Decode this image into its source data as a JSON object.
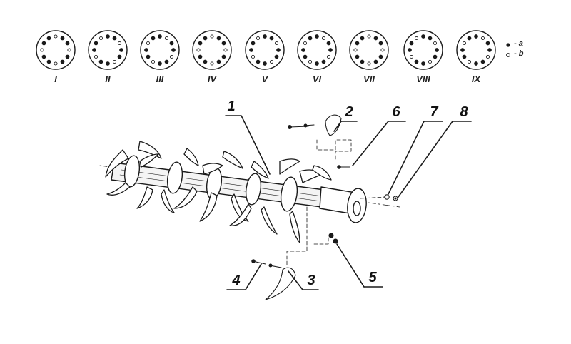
{
  "patterns": [
    {
      "label": "I"
    },
    {
      "label": "II"
    },
    {
      "label": "III"
    },
    {
      "label": "IV"
    },
    {
      "label": "V"
    },
    {
      "label": "VI"
    },
    {
      "label": "VII"
    },
    {
      "label": "VIII"
    },
    {
      "label": "IX"
    }
  ],
  "legend": {
    "a_label": "- a",
    "b_label": "- b"
  },
  "callouts": [
    "1",
    "2",
    "3",
    "4",
    "5",
    "6",
    "7",
    "8"
  ],
  "colors": {
    "ink": "#1a1a1a",
    "background": "#ffffff"
  }
}
